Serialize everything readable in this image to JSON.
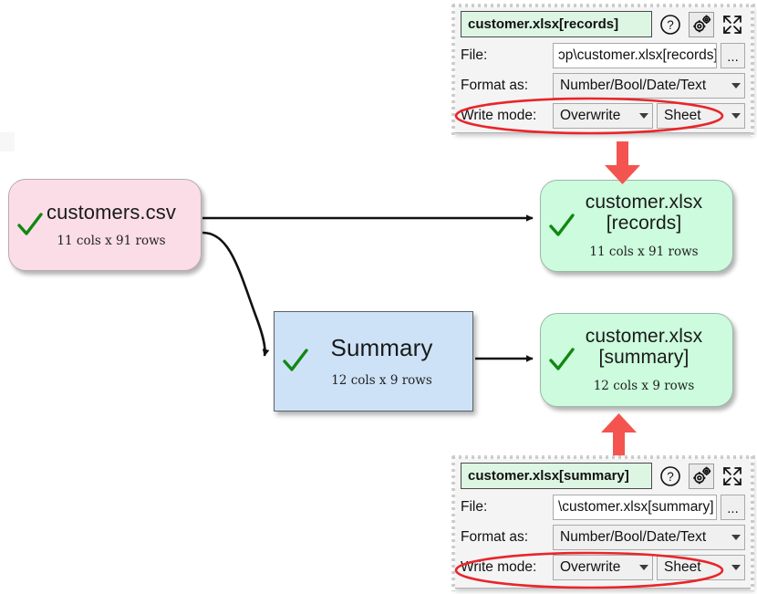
{
  "app": {
    "canvas_background": "#ffffff"
  },
  "flow": {
    "nodes": [
      {
        "id": "customers-csv",
        "title": "customers.csv",
        "sub": "11 cols x 91 rows",
        "shape": "rounded-rect",
        "fill": "#fbdde7",
        "border": "#b9aab0",
        "status_icon": "green-check-icon"
      },
      {
        "id": "customer-xlsx-records",
        "title": "customer.xlsx\n[records]",
        "sub": "11 cols x 91 rows",
        "shape": "rounded-rect",
        "fill": "#ccfbdd",
        "border": "#9fb6a8",
        "status_icon": "green-check-icon"
      },
      {
        "id": "summary",
        "title": "Summary",
        "sub": "12 cols x 9 rows",
        "shape": "rect",
        "fill": "#cde2f7",
        "border": "#5b6168",
        "status_icon": "green-check-icon"
      },
      {
        "id": "customer-xlsx-summary",
        "title": "customer.xlsx\n[summary]",
        "sub": "12 cols x 9 rows",
        "shape": "rounded-rect",
        "fill": "#ccfbdd",
        "border": "#9fb6a8",
        "status_icon": "green-check-icon"
      }
    ],
    "connectors": [
      {
        "from": "customers-csv",
        "to": "customer-xlsx-records",
        "style": "straight-black-arrow"
      },
      {
        "from": "customers-csv",
        "to": "summary",
        "style": "curved-black-arrow"
      },
      {
        "from": "summary",
        "to": "customer-xlsx-summary",
        "style": "straight-black-arrow"
      }
    ],
    "annotations": [
      {
        "type": "red-arrow-down",
        "points_to": "customer-xlsx-records",
        "color": "#f4544f"
      },
      {
        "type": "red-arrow-up",
        "points_to": "customer-xlsx-summary",
        "color": "#f4544f"
      }
    ]
  },
  "panels": [
    {
      "id": "panel-records",
      "name_value": "customer.xlsx[records]",
      "header_buttons": [
        {
          "icon": "help-circle-icon",
          "label": "?"
        },
        {
          "icon": "gears-icon",
          "label": ""
        },
        {
          "icon": "expand-arrows-icon",
          "label": ""
        }
      ],
      "fields": {
        "file_label": "File:",
        "file_value": "ɔp\\customer.xlsx[records]",
        "browse_label": "...",
        "format_label": "Format as:",
        "format_value": "Number/Bool/Date/Text",
        "write_mode_label": "Write mode:",
        "write_mode_value": "Overwrite",
        "write_target_value": "Sheet"
      },
      "highlight": {
        "type": "red-ellipse",
        "color": "#e8262b",
        "around": "write-mode-row"
      }
    },
    {
      "id": "panel-summary",
      "name_value": "customer.xlsx[summary]",
      "header_buttons": [
        {
          "icon": "help-circle-icon",
          "label": "?"
        },
        {
          "icon": "gears-icon",
          "label": ""
        },
        {
          "icon": "expand-arrows-icon",
          "label": ""
        }
      ],
      "fields": {
        "file_label": "File:",
        "file_value": "\\customer.xlsx[summary]",
        "browse_label": "...",
        "format_label": "Format as:",
        "format_value": "Number/Bool/Date/Text",
        "write_mode_label": "Write mode:",
        "write_mode_value": "Overwrite",
        "write_target_value": "Sheet"
      },
      "highlight": {
        "type": "red-ellipse",
        "color": "#e8262b",
        "around": "write-mode-row"
      }
    }
  ]
}
